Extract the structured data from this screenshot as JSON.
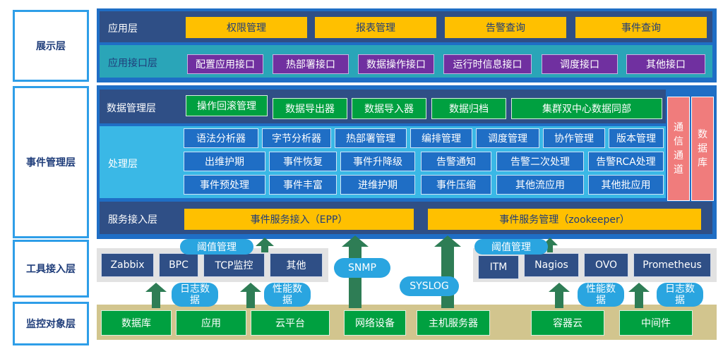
{
  "left_labels": [
    "展示层",
    "事件管理层",
    "工具接入层",
    "监控对象层"
  ],
  "presentation": {
    "app_layer": "应用层",
    "app_items": [
      "权限管理",
      "报表管理",
      "告警查询",
      "事件查询"
    ],
    "api_layer": "应用接口层",
    "api_items": [
      "配置应用接口",
      "热部署接口",
      "数据操作接口",
      "运行时信息接口",
      "调度接口",
      "其他接口"
    ]
  },
  "event_mgmt": {
    "data_layer": "数据管理层",
    "data_items": [
      "操作回滚管理",
      "数据导出器",
      "数据导入器",
      "数据归档",
      "集群双中心数据同部"
    ],
    "proc_layer": "处理层",
    "proc_row1": [
      "语法分析器",
      "字节分析器",
      "热部署管理",
      "编排管理",
      "调度管理",
      "协作管理",
      "版本管理"
    ],
    "proc_row2": [
      "出维护期",
      "事件恢复",
      "事件升降级",
      "告警通知",
      "告警二次处理",
      "告警RCA处理"
    ],
    "proc_row3": [
      "事件预处理",
      "事件丰富",
      "进维护期",
      "事件压缩",
      "其他流应用",
      "其他批应用"
    ],
    "comm_channel": "通信通道",
    "database": "数据库",
    "svc_layer": "服务接入层",
    "svc_items": [
      "事件服务接入（EPP）",
      "事件服务管理（zookeeper）"
    ]
  },
  "tools": {
    "threshold": "阈值管理",
    "left_items": [
      "Zabbix",
      "BPC",
      "TCP监控",
      "其他"
    ],
    "right_items": [
      "ITM",
      "Nagios",
      "OVO",
      "Prometheus"
    ],
    "snmp": "SNMP",
    "syslog": "SYSLOG",
    "log_data": "日志数据",
    "perf_data": "性能数据"
  },
  "targets": [
    "数据库",
    "应用",
    "云平台",
    "网络设备",
    "主机服务器",
    "容器云",
    "中间件"
  ],
  "colors": {
    "accent_blue": "#1f6ec5",
    "arrow_green": "#2e7d55",
    "yellow": "#ffc000",
    "purple": "#7030a0",
    "green": "#00a040",
    "red": "#f07c7c"
  }
}
